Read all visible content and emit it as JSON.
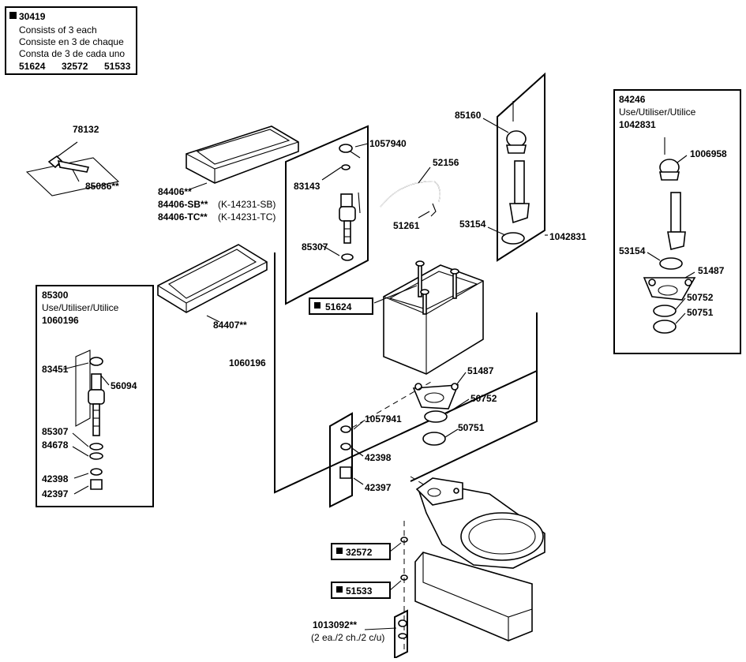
{
  "kit_box": {
    "number": "30419",
    "lines": [
      "Consists of 3 each",
      "Consiste en 3 de chaque",
      "Consta de 3 de cada uno"
    ],
    "parts": [
      "51624",
      "32572",
      "51533"
    ]
  },
  "left_box": {
    "number": "85300",
    "use_label": "Use/Utiliser/Utilice",
    "use_part": "1060196",
    "parts": [
      "83451",
      "56094",
      "85307",
      "84678",
      "42398",
      "42397"
    ]
  },
  "right_box": {
    "number": "84246",
    "use_label": "Use/Utiliser/Utilice",
    "use_part": "1042831",
    "parts": [
      "1006958",
      "53154",
      "51487",
      "50752",
      "50751"
    ]
  },
  "labels": {
    "p78132": "78132",
    "p85086": "85086**",
    "p84406": "84406**",
    "p84406sb": "84406-SB**",
    "p84406sb_model": "(K-14231-SB)",
    "p84406tc": "84406-TC**",
    "p84406tc_model": "(K-14231-TC)",
    "p84407": "84407**",
    "p1060196": "1060196",
    "p1057940": "1057940",
    "p83143": "83143",
    "p85307": "85307",
    "p52156": "52156",
    "p51261": "51261",
    "p85160": "85160",
    "p53154": "53154",
    "p1042831": "1042831",
    "p51624": "51624",
    "p51487": "51487",
    "p50752": "50752",
    "p50751": "50751",
    "p1057941": "1057941",
    "p42398": "42398",
    "p42397": "42397",
    "p32572": "32572",
    "p51533": "51533",
    "p1013092": "1013092**",
    "p1013092_note": "(2 ea./2 ch./2 c/u)"
  }
}
